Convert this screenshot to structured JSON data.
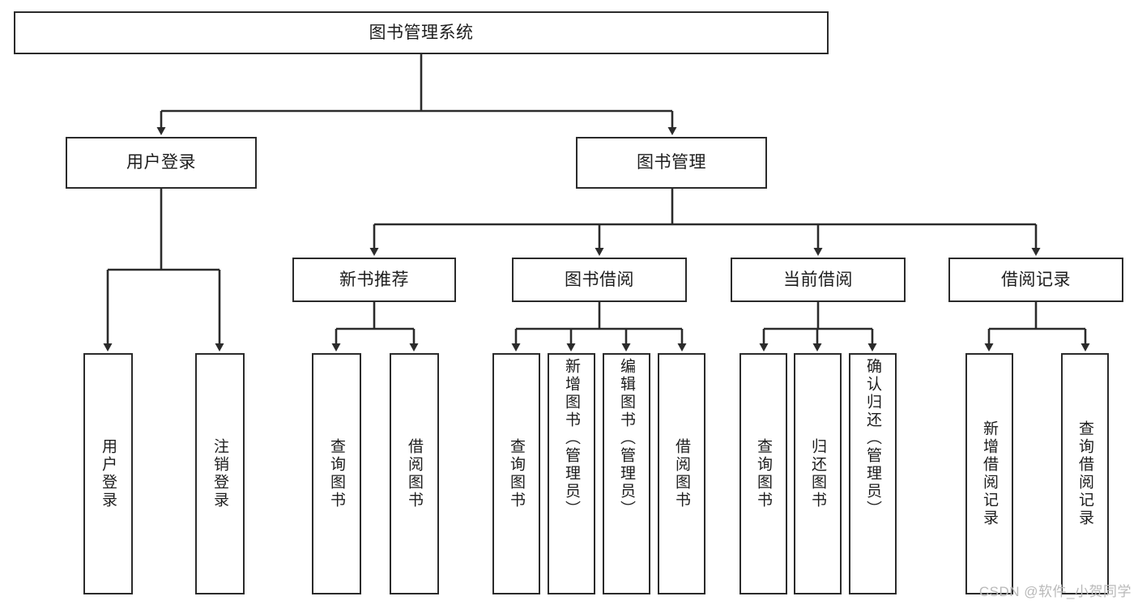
{
  "diagram": {
    "title": "图书管理系统",
    "type": "tree-hierarchy",
    "stroke_color": "#2b2b2b",
    "fill_color": "#ffffff",
    "text_color": "#1d1d1d"
  },
  "watermark": {
    "text": "CSDN @软件_小贺同学",
    "color": "#b9b9b9"
  },
  "nodes": {
    "root": {
      "label": "图书管理系统",
      "level": 1
    },
    "level2": [
      {
        "label": "用户登录",
        "level": 2
      },
      {
        "label": "图书管理",
        "level": 2
      }
    ],
    "level3": [
      {
        "label": "新书推荐",
        "level": 3
      },
      {
        "label": "图书借阅",
        "level": 3
      },
      {
        "label": "当前借阅",
        "level": 3
      },
      {
        "label": "借阅记录",
        "level": 3
      }
    ],
    "leaves": {
      "user_login": [
        {
          "label": "用户登录"
        },
        {
          "label": "注销登录"
        }
      ],
      "new_book_recommend": [
        {
          "label": "查询图书"
        },
        {
          "label": "借阅图书"
        }
      ],
      "book_borrow": [
        {
          "label": "查询图书"
        },
        {
          "label": "新增图书（管理员）"
        },
        {
          "label": "编辑图书（管理员）"
        },
        {
          "label": "借阅图书"
        }
      ],
      "current_borrow": [
        {
          "label": "查询图书"
        },
        {
          "label": "归还图书"
        },
        {
          "label": "确认归还（管理员）"
        }
      ],
      "borrow_record": [
        {
          "label": "新增借阅记录"
        },
        {
          "label": "查询借阅记录"
        }
      ]
    }
  }
}
